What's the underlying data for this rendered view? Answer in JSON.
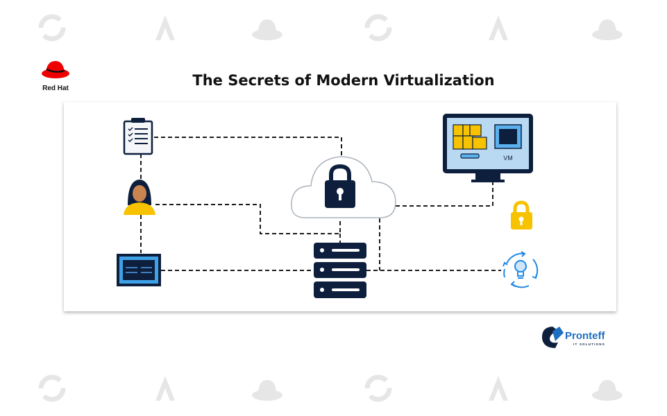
{
  "title": "The Secrets of Modern Virtualization",
  "brand_logo": {
    "text": "Red Hat",
    "color": "#ee0000"
  },
  "partner_logo": {
    "name": "Pronteff",
    "tagline": "IT SOLUTIONS",
    "color": "#1e6fc2"
  },
  "monitor": {
    "label": "VM"
  },
  "nodes": [
    "checklist",
    "user",
    "network-panel",
    "cloud-lock",
    "server-stack",
    "vm-monitor",
    "security-lock",
    "innovation-cycle"
  ],
  "colors": {
    "navy": "#0d1f3c",
    "yellow": "#f7c200",
    "light_blue": "#b9d8f2",
    "blue": "#1e88e5"
  }
}
